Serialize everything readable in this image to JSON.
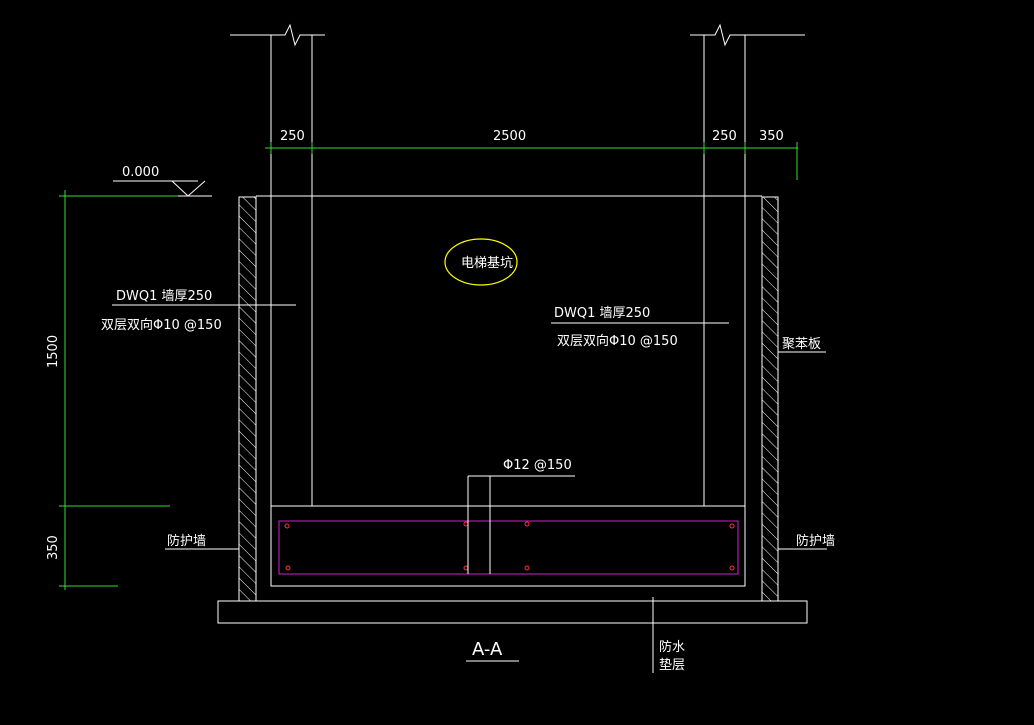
{
  "drawing": {
    "dimensions": {
      "top_left_wall": "250",
      "top_span": "2500",
      "top_right_wall": "250",
      "top_right_extra": "350",
      "left_upper": "1500",
      "left_lower": "350"
    },
    "elevation": "0.000",
    "pit_label": "电梯基坑",
    "left_wall_name": "DWQ1  墙厚250",
    "left_wall_rebar": "双层双向Φ10 @150",
    "right_wall_name": "DWQ1  墙厚250",
    "right_wall_rebar": "双层双向Φ10 @150",
    "slab_rebar": "Φ12 @150",
    "left_protect_wall": "防护墙",
    "right_protect_wall": "防护墙",
    "right_board": "聚苯板",
    "waterproof_line1": "防水",
    "waterproof_line2": "垫层",
    "section_title": "A-A"
  },
  "colors": {
    "background": "#000000",
    "line": "#ffffff",
    "dimension": "#33dd33",
    "rebar": "#cc22cc",
    "rebar_dot": "#ff3333",
    "pit_ellipse": "#ffff00"
  }
}
